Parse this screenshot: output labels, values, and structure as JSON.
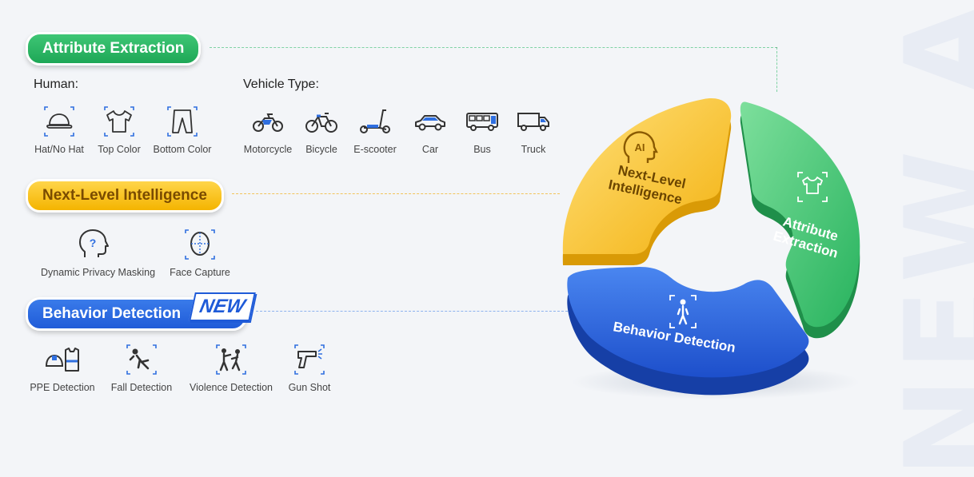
{
  "watermark": "NEW AI",
  "sections": {
    "attribute": {
      "title": "Attribute Extraction",
      "human_label": "Human:",
      "vehicle_label": "Vehicle Type:",
      "human_items": [
        "Hat/No Hat",
        "Top Color",
        "Bottom Color"
      ],
      "vehicle_items": [
        "Motorcycle",
        "Bicycle",
        "E-scooter",
        "Car",
        "Bus",
        "Truck"
      ]
    },
    "intelligence": {
      "title": "Next-Level Intelligence",
      "items": [
        "Dynamic Privacy Masking",
        "Face Capture"
      ]
    },
    "behavior": {
      "title": "Behavior Detection",
      "badge": "NEW",
      "items": [
        "PPE Detection",
        "Fall Detection",
        "Violence Detection",
        "Gun Shot"
      ]
    }
  },
  "donut": {
    "yellow_line1": "Next-Level",
    "yellow_line2": "Intelligence",
    "green_line1": "Attribute",
    "green_line2": "Extraction",
    "blue_label": "Behavior Detection",
    "ai_badge": "AI"
  },
  "colors": {
    "green": "#2dbb66",
    "yellow": "#f6bd16",
    "blue": "#2360dc",
    "icon_accent": "#2f6fe0"
  }
}
